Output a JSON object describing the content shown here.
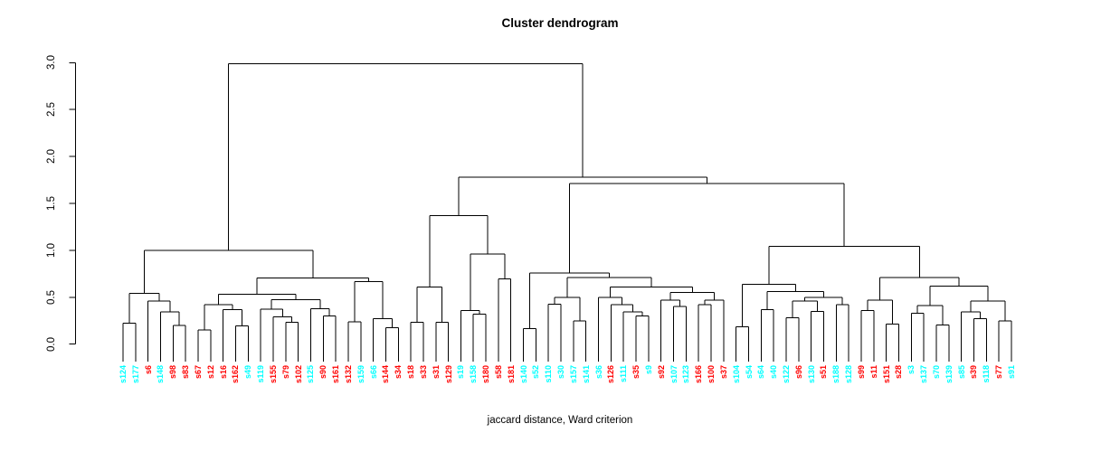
{
  "title": "Cluster dendrogram",
  "caption": "jaccard distance, Ward criterion",
  "chart_data": {
    "type": "dendrogram",
    "title": "Cluster dendrogram",
    "xlabel": "jaccard distance, Ward criterion",
    "ylabel": "",
    "ylim": [
      0,
      3
    ],
    "yticks": [
      0,
      0.5,
      1,
      1.5,
      2,
      2.5,
      3
    ],
    "grid": false,
    "line_color": "#000000",
    "palette": {
      "c": "#00FFFF",
      "r": "#FF0000"
    },
    "leaves": [
      [
        "s124",
        "c"
      ],
      [
        "s177",
        "c"
      ],
      [
        "s6",
        "r"
      ],
      [
        "s148",
        "c"
      ],
      [
        "s98",
        "r"
      ],
      [
        "s83",
        "r"
      ],
      [
        "s67",
        "r"
      ],
      [
        "s12",
        "r"
      ],
      [
        "s16",
        "r"
      ],
      [
        "s162",
        "r"
      ],
      [
        "s49",
        "c"
      ],
      [
        "s119",
        "c"
      ],
      [
        "s155",
        "r"
      ],
      [
        "s79",
        "r"
      ],
      [
        "s102",
        "r"
      ],
      [
        "s125",
        "c"
      ],
      [
        "s90",
        "r"
      ],
      [
        "s161",
        "r"
      ],
      [
        "s132",
        "r"
      ],
      [
        "s159",
        "c"
      ],
      [
        "s66",
        "c"
      ],
      [
        "s144",
        "r"
      ],
      [
        "s34",
        "r"
      ],
      [
        "s18",
        "r"
      ],
      [
        "s33",
        "r"
      ],
      [
        "s31",
        "r"
      ],
      [
        "s129",
        "r"
      ],
      [
        "s19",
        "c"
      ],
      [
        "s158",
        "c"
      ],
      [
        "s180",
        "r"
      ],
      [
        "s58",
        "r"
      ],
      [
        "s181",
        "r"
      ],
      [
        "s140",
        "c"
      ],
      [
        "s52",
        "c"
      ],
      [
        "s110",
        "c"
      ],
      [
        "s30",
        "c"
      ],
      [
        "s157",
        "c"
      ],
      [
        "s141",
        "c"
      ],
      [
        "s36",
        "c"
      ],
      [
        "s126",
        "r"
      ],
      [
        "s111",
        "c"
      ],
      [
        "s35",
        "r"
      ],
      [
        "s9",
        "c"
      ],
      [
        "s92",
        "r"
      ],
      [
        "s107",
        "c"
      ],
      [
        "s123",
        "c"
      ],
      [
        "s166",
        "r"
      ],
      [
        "s100",
        "r"
      ],
      [
        "s37",
        "r"
      ],
      [
        "s104",
        "c"
      ],
      [
        "s54",
        "c"
      ],
      [
        "s64",
        "c"
      ],
      [
        "s40",
        "c"
      ],
      [
        "s122",
        "c"
      ],
      [
        "s96",
        "r"
      ],
      [
        "s130",
        "c"
      ],
      [
        "s51",
        "r"
      ],
      [
        "s188",
        "c"
      ],
      [
        "s128",
        "c"
      ],
      [
        "s99",
        "r"
      ],
      [
        "s11",
        "r"
      ],
      [
        "s151",
        "r"
      ],
      [
        "s28",
        "r"
      ],
      [
        "s3",
        "c"
      ],
      [
        "s137",
        "c"
      ],
      [
        "s70",
        "c"
      ],
      [
        "s139",
        "c"
      ],
      [
        "s85",
        "c"
      ],
      [
        "s39",
        "r"
      ],
      [
        "s118",
        "c"
      ],
      [
        "s77",
        "r"
      ],
      [
        "s91",
        "c"
      ]
    ],
    "tree": {
      "h": 2.99,
      "c": [
        {
          "h": 1.0,
          "c": [
            {
              "h": 0.54,
              "c": [
                {
                  "h": 0.225,
                  "c": [
                    "s124",
                    "s177"
                  ]
                },
                {
                  "h": 0.46,
                  "c": [
                    "s6",
                    {
                      "h": 0.344,
                      "c": [
                        "s148",
                        {
                          "h": 0.2,
                          "c": [
                            "s98",
                            "s83"
                          ]
                        }
                      ]
                    }
                  ]
                }
              ]
            },
            {
              "h": 0.705,
              "c": [
                {
                  "h": 0.533,
                  "c": [
                    {
                      "h": 0.423,
                      "c": [
                        {
                          "h": 0.151,
                          "c": [
                            "s67",
                            "s12"
                          ]
                        },
                        {
                          "h": 0.366,
                          "c": [
                            "s16",
                            {
                              "h": 0.193,
                              "c": [
                                "s162",
                                "s49"
                              ]
                            }
                          ]
                        }
                      ]
                    },
                    {
                      "h": 0.472,
                      "c": [
                        {
                          "h": 0.373,
                          "c": [
                            "s119",
                            {
                              "h": 0.289,
                              "c": [
                                "s155",
                                {
                                  "h": 0.235,
                                  "c": [
                                    "s79",
                                    "s102"
                                  ]
                                }
                              ]
                            }
                          ]
                        },
                        {
                          "h": 0.38,
                          "c": [
                            "s125",
                            {
                              "h": 0.3,
                              "c": [
                                "s90",
                                "s161"
                              ]
                            }
                          ]
                        }
                      ]
                    }
                  ]
                },
                {
                  "h": 0.665,
                  "c": [
                    {
                      "h": 0.238,
                      "c": [
                        "s132",
                        "s159"
                      ]
                    },
                    {
                      "h": 0.27,
                      "c": [
                        "s66",
                        {
                          "h": 0.173,
                          "c": [
                            "s144",
                            "s34"
                          ]
                        }
                      ]
                    }
                  ]
                }
              ]
            }
          ]
        },
        {
          "h": 1.78,
          "c": [
            {
              "h": 1.37,
              "c": [
                {
                  "h": 0.607,
                  "c": [
                    {
                      "h": 0.231,
                      "c": [
                        "s18",
                        "s33"
                      ]
                    },
                    {
                      "h": 0.231,
                      "c": [
                        "s31",
                        "s129"
                      ]
                    }
                  ]
                },
                {
                  "h": 0.96,
                  "c": [
                    {
                      "h": 0.36,
                      "c": [
                        "s19",
                        {
                          "h": 0.318,
                          "c": [
                            "s158",
                            "s180"
                          ]
                        }
                      ]
                    },
                    {
                      "h": 0.697,
                      "c": [
                        "s58",
                        "s181"
                      ]
                    }
                  ]
                }
              ]
            },
            {
              "h": 1.71,
              "c": [
                {
                  "h": 0.758,
                  "c": [
                    {
                      "h": 0.167,
                      "c": [
                        "s140",
                        "s52"
                      ]
                    },
                    {
                      "h": 0.71,
                      "c": [
                        {
                          "h": 0.5,
                          "c": [
                            {
                              "h": 0.424,
                              "c": [
                                "s110",
                                "s30"
                              ]
                            },
                            {
                              "h": 0.248,
                              "c": [
                                "s157",
                                "s141"
                              ]
                            }
                          ]
                        },
                        {
                          "h": 0.61,
                          "c": [
                            {
                              "h": 0.5,
                              "c": [
                                "s36",
                                {
                                  "h": 0.42,
                                  "c": [
                                    "s126",
                                    {
                                      "h": 0.345,
                                      "c": [
                                        "s111",
                                        {
                                          "h": 0.3,
                                          "c": [
                                            "s35",
                                            "s9"
                                          ]
                                        }
                                      ]
                                    }
                                  ]
                                }
                              ]
                            },
                            {
                              "h": 0.55,
                              "c": [
                                {
                                  "h": 0.47,
                                  "c": [
                                    "s92",
                                    {
                                      "h": 0.4,
                                      "c": [
                                        "s107",
                                        "s123"
                                      ]
                                    }
                                  ]
                                },
                                {
                                  "h": 0.47,
                                  "c": [
                                    {
                                      "h": 0.42,
                                      "c": [
                                        "s166",
                                        "s100"
                                      ]
                                    },
                                    "s37"
                                  ]
                                }
                              ]
                            }
                          ]
                        }
                      ]
                    }
                  ]
                },
                {
                  "h": 1.04,
                  "c": [
                    {
                      "h": 0.64,
                      "c": [
                        {
                          "h": 0.187,
                          "c": [
                            "s104",
                            "s54"
                          ]
                        },
                        {
                          "h": 0.56,
                          "c": [
                            {
                              "h": 0.37,
                              "c": [
                                "s64",
                                "s40"
                              ]
                            },
                            {
                              "h": 0.5,
                              "c": [
                                {
                                  "h": 0.46,
                                  "c": [
                                    {
                                      "h": 0.283,
                                      "c": [
                                        "s122",
                                        "s96"
                                      ]
                                    },
                                    {
                                      "h": 0.35,
                                      "c": [
                                        "s130",
                                        "s51"
                                      ]
                                    }
                                  ]
                                },
                                {
                                  "h": 0.42,
                                  "c": [
                                    "s188",
                                    "s128"
                                  ]
                                }
                              ]
                            }
                          ]
                        }
                      ]
                    },
                    {
                      "h": 0.71,
                      "c": [
                        {
                          "h": 0.47,
                          "c": [
                            {
                              "h": 0.36,
                              "c": [
                                "s99",
                                "s11"
                              ]
                            },
                            {
                              "h": 0.216,
                              "c": [
                                "s151",
                                "s28"
                              ]
                            }
                          ]
                        },
                        {
                          "h": 0.617,
                          "c": [
                            {
                              "h": 0.41,
                              "c": [
                                {
                                  "h": 0.33,
                                  "c": [
                                    "s3",
                                    "s137"
                                  ]
                                },
                                {
                                  "h": 0.206,
                                  "c": [
                                    "s70",
                                    "s139"
                                  ]
                                }
                              ]
                            },
                            {
                              "h": 0.46,
                              "c": [
                                {
                                  "h": 0.344,
                                  "c": [
                                    "s85",
                                    {
                                      "h": 0.27,
                                      "c": [
                                        "s39",
                                        "s118"
                                      ]
                                    }
                                  ]
                                },
                                {
                                  "h": 0.248,
                                  "c": [
                                    "s77",
                                    "s91"
                                  ]
                                }
                              ]
                            }
                          ]
                        }
                      ]
                    }
                  ]
                }
              ]
            }
          ]
        }
      ]
    }
  }
}
